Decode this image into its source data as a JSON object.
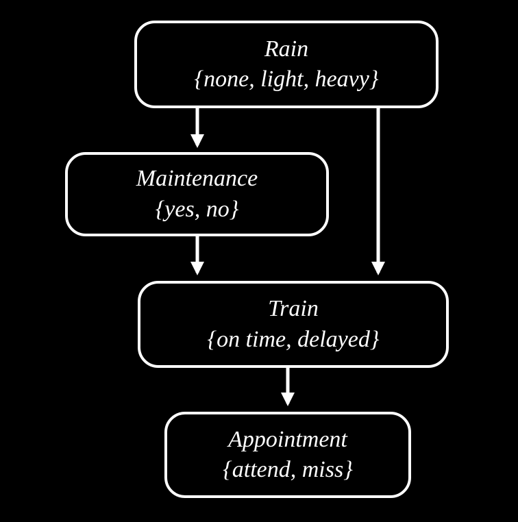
{
  "diagram": {
    "type": "bayesian-network",
    "background_color": "#000000",
    "node_border_color": "#ffffff",
    "node_text_color": "#ffffff",
    "nodes": {
      "rain": {
        "label": "Rain",
        "domain": "{none, light, heavy}"
      },
      "maintenance": {
        "label": "Maintenance",
        "domain": "{yes, no}"
      },
      "train": {
        "label": "Train",
        "domain": "{on time, delayed}"
      },
      "appointment": {
        "label": "Appointment",
        "domain": "{attend, miss}"
      }
    },
    "edges": [
      {
        "from": "rain",
        "to": "maintenance"
      },
      {
        "from": "rain",
        "to": "train"
      },
      {
        "from": "maintenance",
        "to": "train"
      },
      {
        "from": "train",
        "to": "appointment"
      }
    ]
  }
}
